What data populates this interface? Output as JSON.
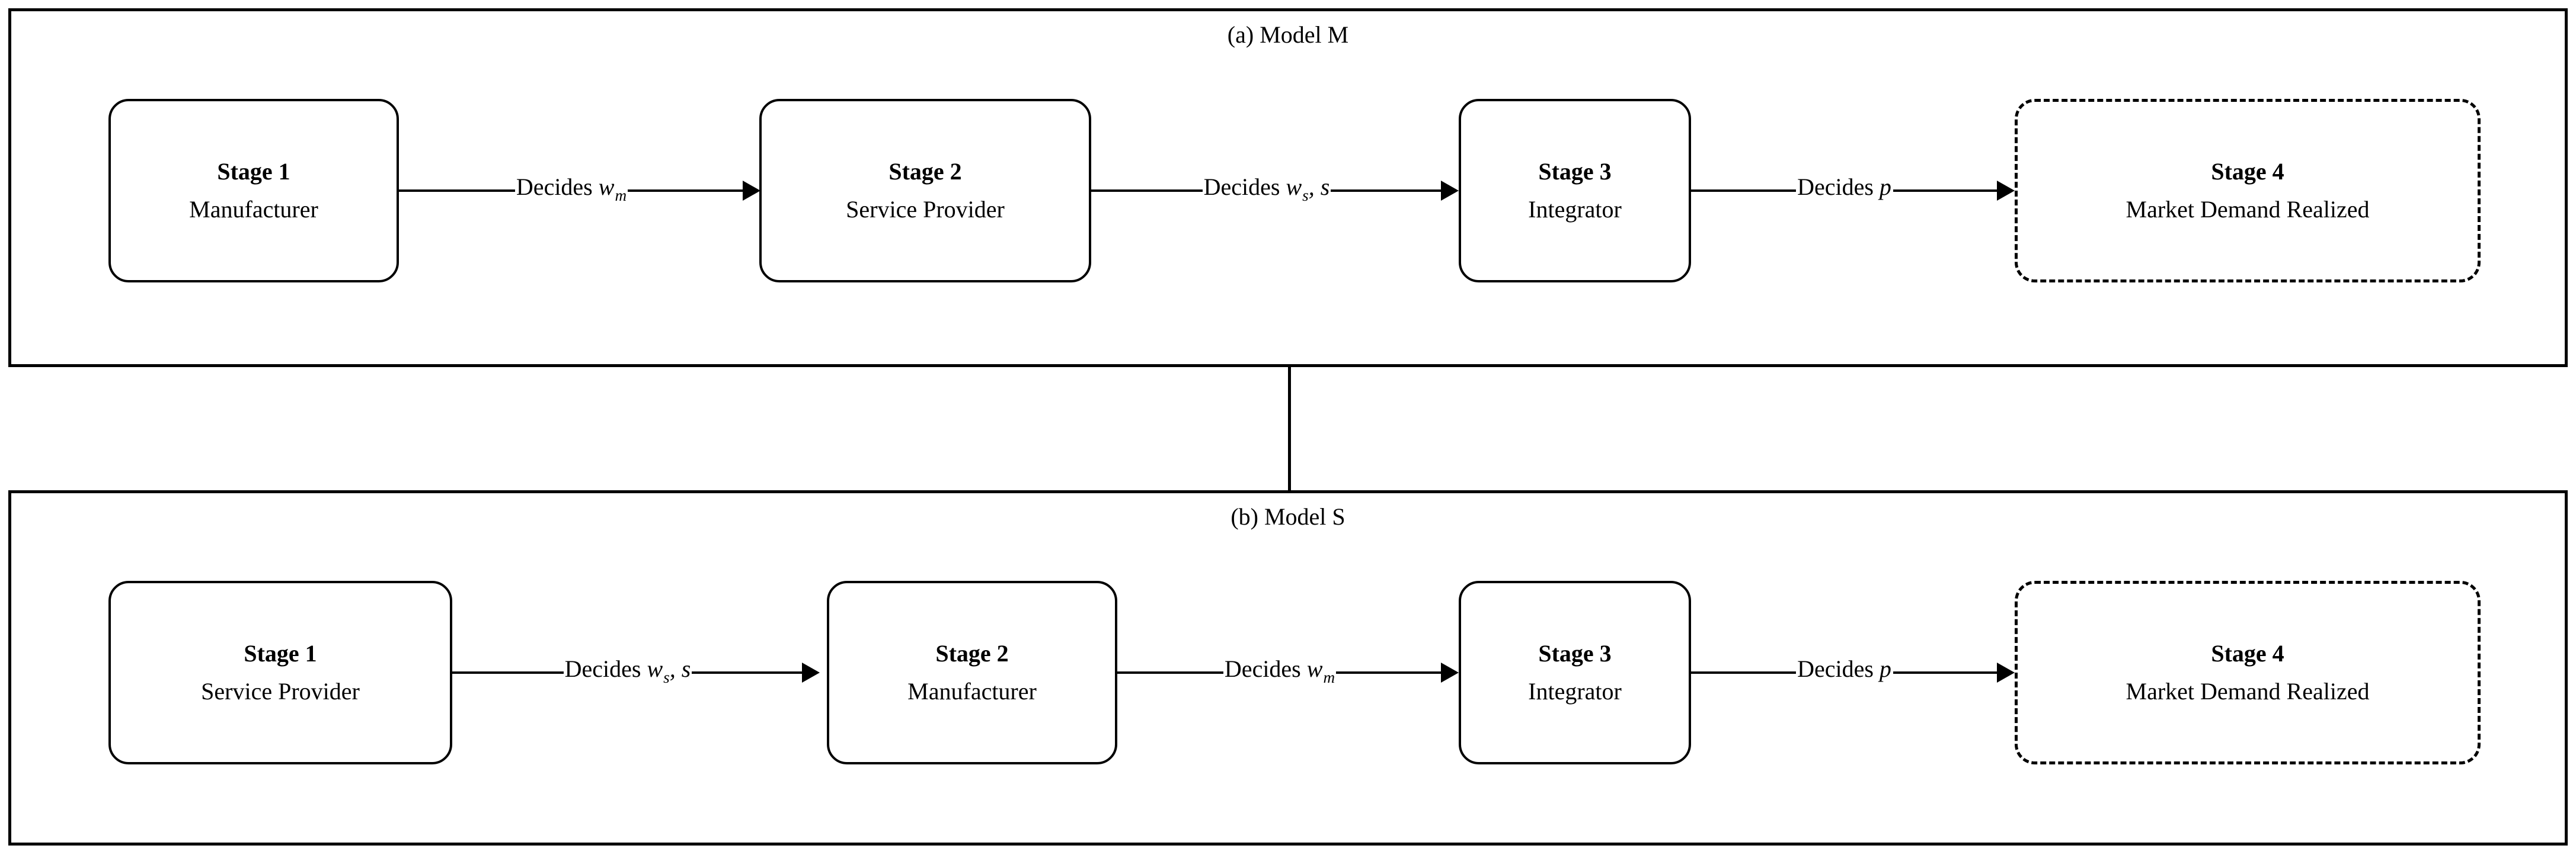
{
  "figure": {
    "background_color": "#ffffff",
    "line_color": "#000000"
  },
  "panels": [
    {
      "id": "model-m",
      "caption": "(a) Model M",
      "stages": [
        {
          "title": "Stage 1",
          "subtitle": "Manufacturer",
          "border": "solid"
        },
        {
          "title": "Stage 2",
          "subtitle": "Service Provider",
          "border": "solid"
        },
        {
          "title": "Stage 3",
          "subtitle": "Integrator",
          "border": "solid"
        },
        {
          "title": "Stage 4",
          "subtitle": "Market Demand Realized",
          "border": "dashed"
        }
      ],
      "arrows": [
        {
          "verb": "Decides",
          "variable": "w",
          "subscript": "m",
          "extra": "",
          "label_plain": "Decides w_m"
        },
        {
          "verb": "Decides",
          "variable": "w",
          "subscript": "s",
          "extra": ", s",
          "label_plain": "Decides w_s, s"
        },
        {
          "verb": "Decides",
          "variable": "p",
          "subscript": "",
          "extra": "",
          "label_plain": "Decides p"
        }
      ]
    },
    {
      "id": "model-s",
      "caption": "(b) Model S",
      "stages": [
        {
          "title": "Stage 1",
          "subtitle": "Service Provider",
          "border": "solid"
        },
        {
          "title": "Stage 2",
          "subtitle": "Manufacturer",
          "border": "solid"
        },
        {
          "title": "Stage 3",
          "subtitle": "Integrator",
          "border": "solid"
        },
        {
          "title": "Stage 4",
          "subtitle": "Market Demand Realized",
          "border": "dashed"
        }
      ],
      "arrows": [
        {
          "verb": "Decides",
          "variable": "w",
          "subscript": "s",
          "extra": ", s",
          "label_plain": "Decides w_s, s"
        },
        {
          "verb": "Decides",
          "variable": "w",
          "subscript": "m",
          "extra": "",
          "label_plain": "Decides w_m"
        },
        {
          "verb": "Decides",
          "variable": "p",
          "subscript": "",
          "extra": "",
          "label_plain": "Decides p"
        }
      ]
    }
  ]
}
